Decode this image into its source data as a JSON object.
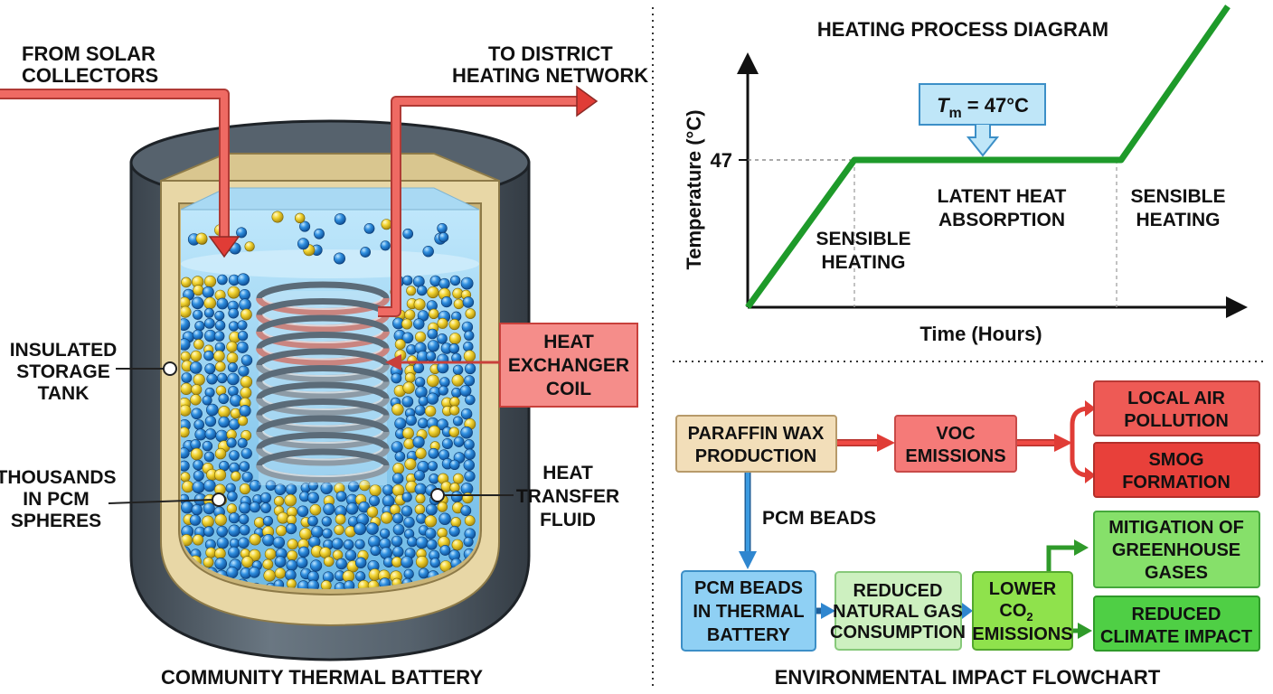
{
  "left_panel": {
    "title": "COMMUNITY THERMAL BATTERY",
    "inlet_label": [
      "FROM SOLAR",
      "COLLECTORS"
    ],
    "outlet_label": [
      "TO DISTRICT",
      "HEATING NETWORK"
    ],
    "tank_label": [
      "INSULATED",
      "STORAGE",
      "TANK"
    ],
    "spheres_label": [
      "THOUSANDS",
      "IN PCM",
      "SPHERES"
    ],
    "fluid_label": [
      "HEAT",
      "TRANSFER",
      "FLUID"
    ],
    "coil_label": [
      "HEAT",
      "EXCHANGER",
      "COIL"
    ],
    "colors": {
      "pipe": "#e5554f",
      "tank": "#4f5b66",
      "insulation": "#e8d7a6",
      "fluid": "#7fc6ea",
      "bead_blue": "#1f7fd1",
      "bead_yellow": "#f2d431"
    }
  },
  "heating_chart": {
    "title": "HEATING PROCESS DIAGRAM",
    "xlabel": "Time (Hours)",
    "ylabel": "Temperature (°C)",
    "ytick": "47",
    "melt_label": {
      "symbol": "T",
      "sub": "m",
      "text": "= 47°C"
    },
    "regions": [
      [
        "SENSIBLE",
        "HEATING"
      ],
      [
        "LATENT HEAT",
        "ABSORPTION"
      ],
      [
        "SENSIBLE",
        "HEATING"
      ]
    ],
    "line_color": "#1e9a2a"
  },
  "chart_data": {
    "type": "line",
    "title": "HEATING PROCESS DIAGRAM",
    "xlabel": "Time (Hours)",
    "ylabel": "Temperature (°C)",
    "yticks": [
      47
    ],
    "series": [
      {
        "values": [
          [
            0,
            0
          ],
          [
            1,
            47
          ],
          [
            3.5,
            47
          ],
          [
            4.5,
            96
          ]
        ]
      }
    ],
    "annotations": [
      "T_m = 47°C",
      "SENSIBLE HEATING",
      "LATENT HEAT ABSORPTION",
      "SENSIBLE HEATING"
    ]
  },
  "flowchart": {
    "title": "ENVIRONMENTAL IMPACT FLOWCHART",
    "edge_label": "PCM BEADS",
    "nodes": {
      "paraffin": {
        "lines": [
          "PARAFFIN WAX",
          "PRODUCTION"
        ],
        "fill": "#f2deb9",
        "stroke": "#b79a6a"
      },
      "voc": {
        "lines": [
          "VOC",
          "EMISSIONS"
        ],
        "fill": "#f57a78",
        "stroke": "#c84a48"
      },
      "air": {
        "lines": [
          "LOCAL AIR",
          "POLLUTION"
        ],
        "fill": "#ee5a55",
        "stroke": "#b93a36"
      },
      "smog": {
        "lines": [
          "SMOG",
          "FORMATION"
        ],
        "fill": "#e8403a",
        "stroke": "#b32f2a"
      },
      "beads": {
        "lines": [
          "PCM BEADS",
          "IN THERMAL",
          "BATTERY"
        ],
        "fill": "#8fd0f4",
        "stroke": "#3c8fc7"
      },
      "gas": {
        "lines": [
          "REDUCED",
          "NATURAL GAS",
          "CONSUMPTION"
        ],
        "fill": "#cdf0c0",
        "stroke": "#87c97a"
      },
      "co2": {
        "lines": [
          "LOWER",
          "CO",
          "EMISSIONS"
        ],
        "sub": "2",
        "fill": "#8fe24c",
        "stroke": "#53a82e"
      },
      "ghg": {
        "lines": [
          "MITIGATION OF",
          "GREENHOUSE",
          "GASES"
        ],
        "fill": "#86e06a",
        "stroke": "#45a83c"
      },
      "climate": {
        "lines": [
          "REDUCED",
          "CLIMATE IMPACT"
        ],
        "fill": "#4fcf45",
        "stroke": "#2f9a2a"
      }
    }
  }
}
